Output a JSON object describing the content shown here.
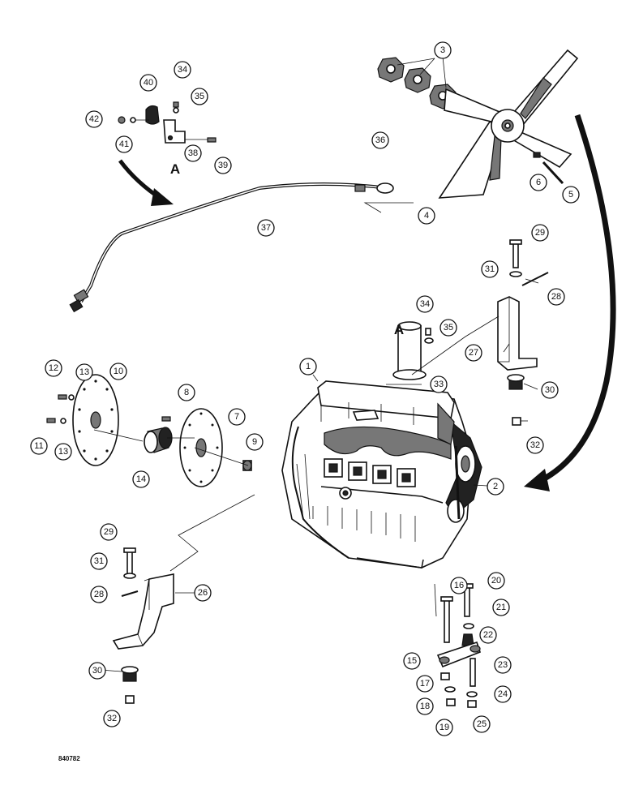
{
  "diagram": {
    "reference_code": "840782",
    "view_labels": [
      "A",
      "A"
    ],
    "callouts": [
      "1",
      "2",
      "3",
      "4",
      "5",
      "6",
      "7",
      "8",
      "9",
      "10",
      "11",
      "12",
      "13",
      "13",
      "14",
      "15",
      "16",
      "17",
      "18",
      "19",
      "20",
      "21",
      "22",
      "23",
      "24",
      "25",
      "26",
      "27",
      "28",
      "28",
      "29",
      "29",
      "30",
      "30",
      "31",
      "31",
      "32",
      "32",
      "33",
      "34",
      "34",
      "35",
      "35",
      "36",
      "37",
      "38",
      "39",
      "40",
      "41",
      "42"
    ]
  }
}
